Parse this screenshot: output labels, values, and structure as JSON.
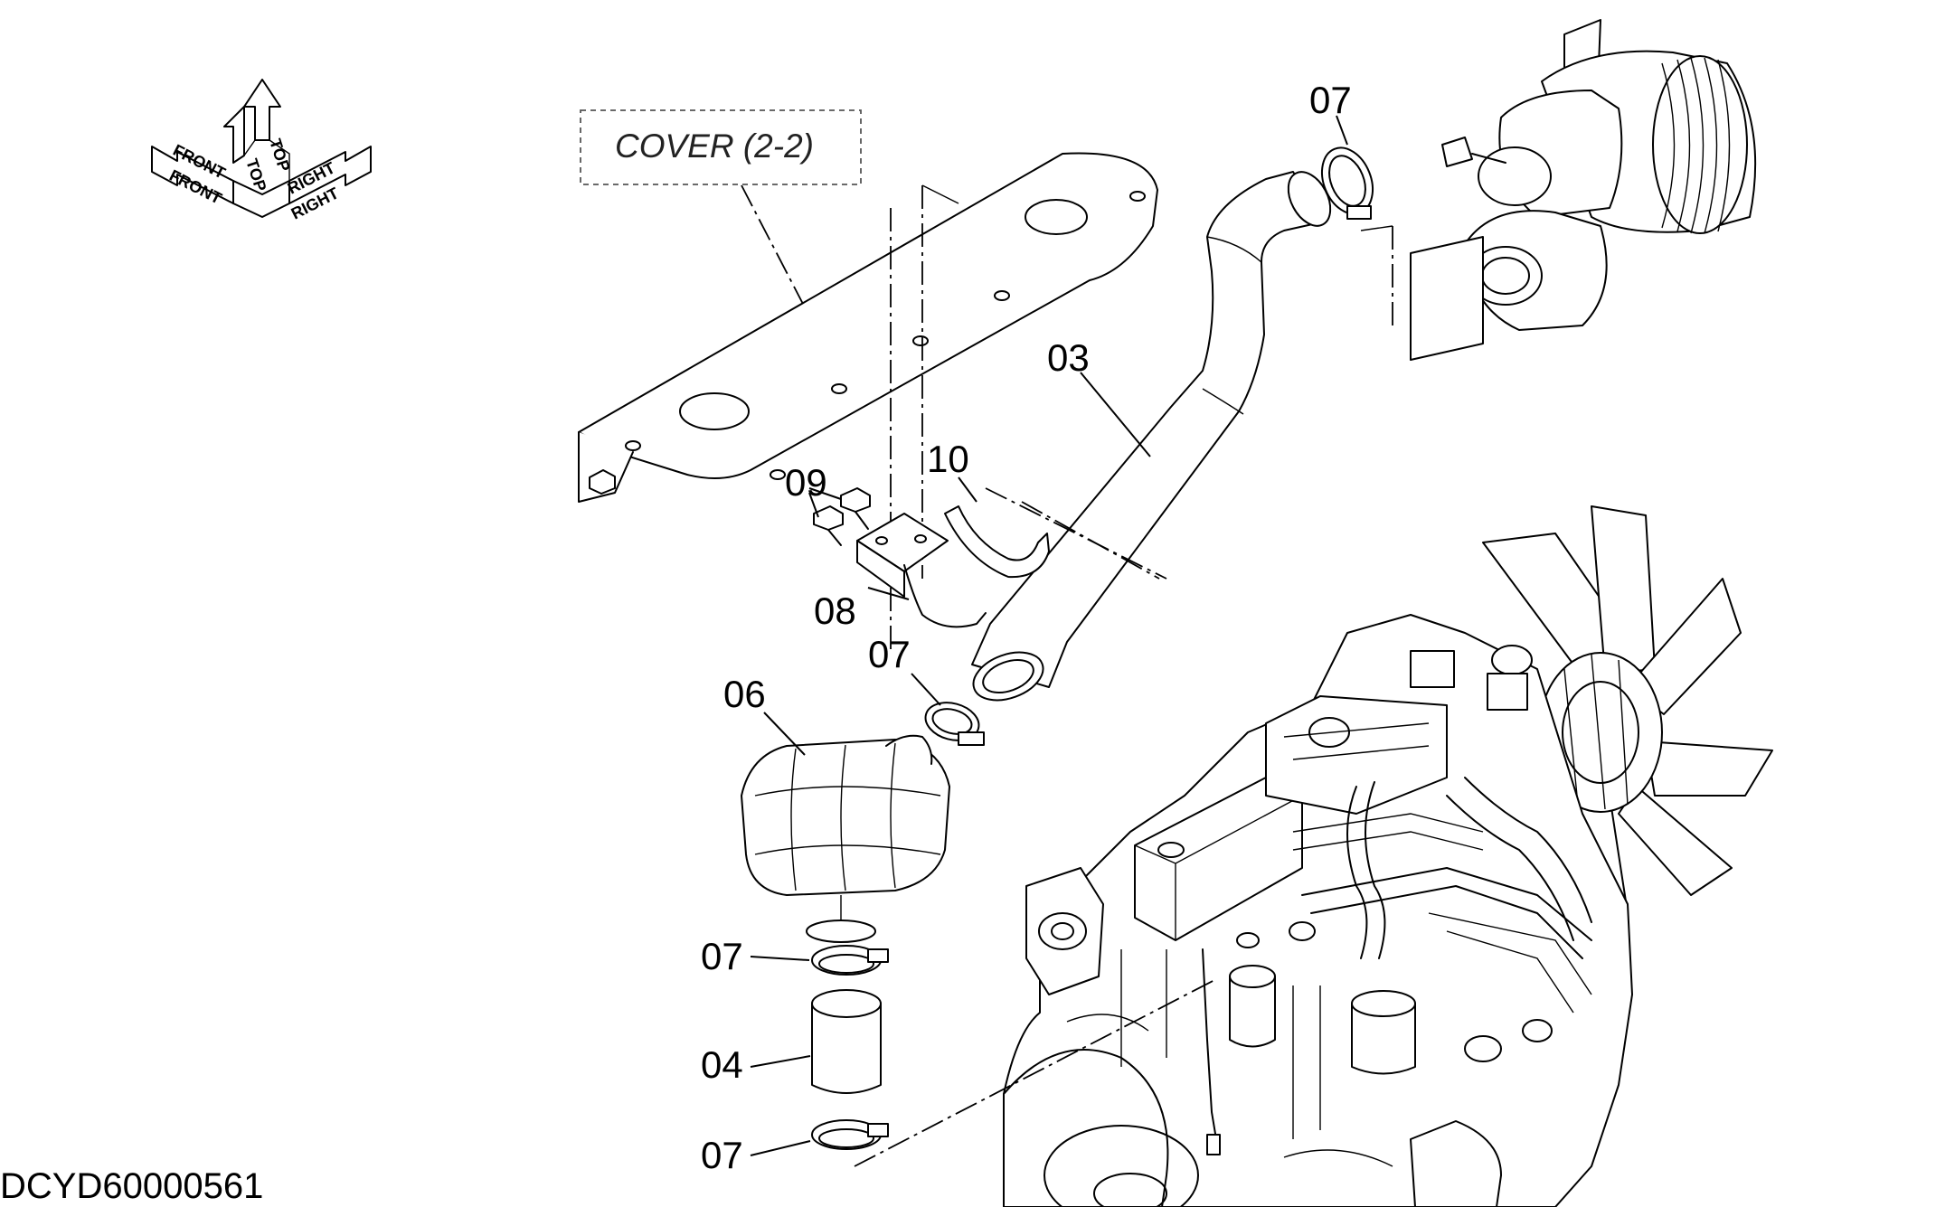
{
  "figure": {
    "reference_code": "DCYD60000561",
    "cover_note": "COVER (2-2)"
  },
  "orientation": {
    "top": "TOP",
    "front": "FRONT",
    "right": "RIGHT"
  },
  "callouts": {
    "c03": "03",
    "c04": "04",
    "c06": "06",
    "c07_top": "07",
    "c07_mid": "07",
    "c07_clamp_upper": "07",
    "c07_clamp_lower": "07",
    "c08": "08",
    "c09": "09",
    "c10": "10"
  }
}
